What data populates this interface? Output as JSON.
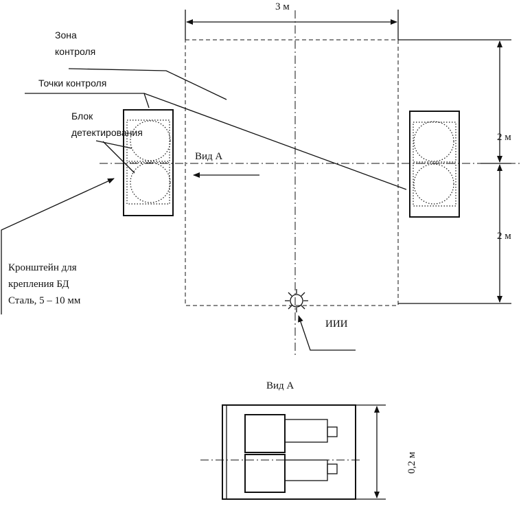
{
  "labels": {
    "width_dim": "3 м",
    "height_dim_top": "2 м",
    "height_dim_bottom": "2 м",
    "zone_line1": "Зона",
    "zone_line2": "контроля",
    "control_points": "Точки контроля",
    "detector_line1": "Блок",
    "detector_line2": "детектирования",
    "view_a": "Вид  А",
    "bracket_line1": "Кронштейн для",
    "bracket_line2": "крепления БД",
    "bracket_line3": "Сталь, 5 – 10 мм",
    "source": "ИИИ",
    "view_a_title": "Вид А",
    "depth_dim": "0,2 м"
  }
}
